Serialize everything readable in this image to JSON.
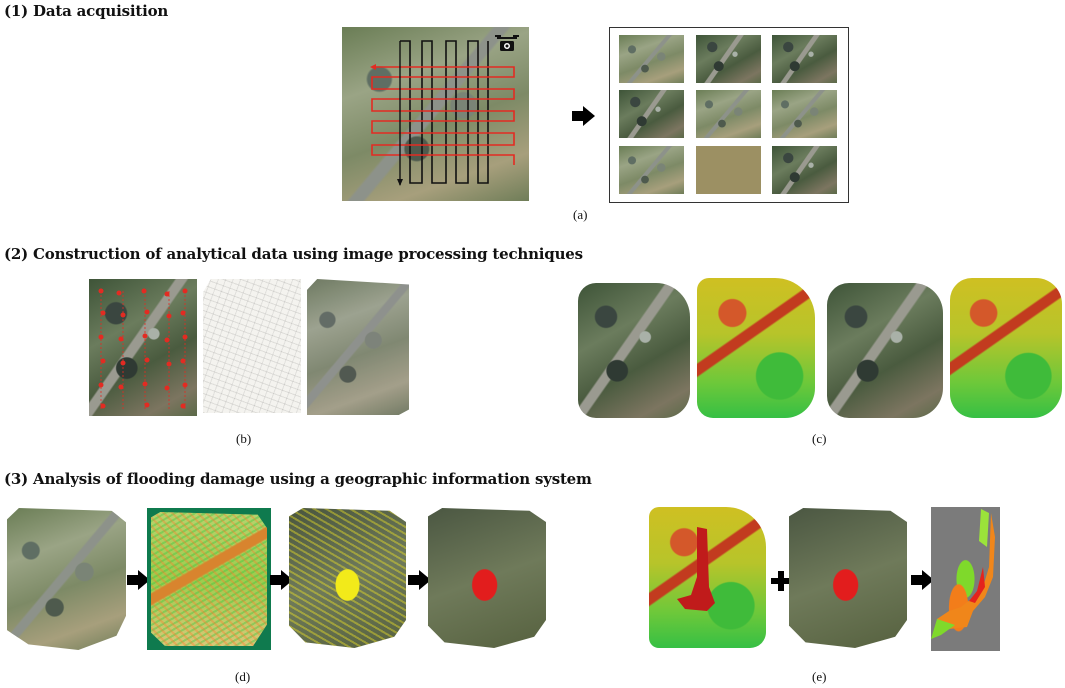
{
  "sections": [
    {
      "heading": "(1) Data acquisition"
    },
    {
      "heading": "(2) Construction of analytical data using image processing techniques"
    },
    {
      "heading": "(3) Analysis of flooding damage using a geographic information system"
    }
  ],
  "captions": {
    "a": "(a)",
    "b": "(b)",
    "c": "(c)",
    "d": "(d)",
    "e": "(e)"
  },
  "icons": {
    "drone": "drone-camera-icon",
    "arrow": "arrow-right-icon",
    "plus": "plus-icon"
  },
  "colors": {
    "flight_path": "#e32b22",
    "grid_path": "#111111",
    "arrow": "#000000",
    "flood_red": "#e21d1d",
    "flood_yellow": "#f2ea1a"
  }
}
